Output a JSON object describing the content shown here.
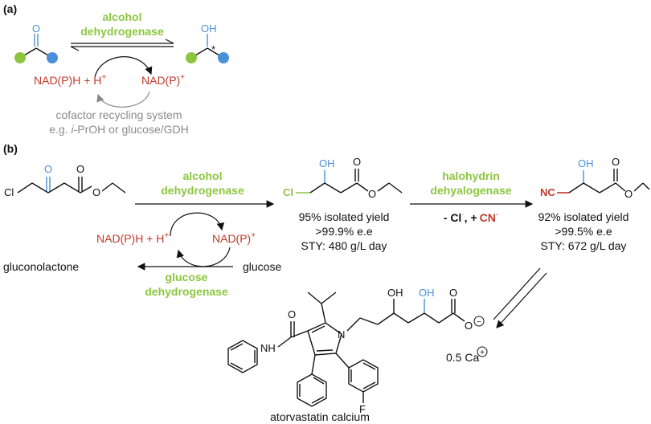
{
  "panel_a": {
    "label": "(a)",
    "enzyme_line1": "alcohol",
    "enzyme_line2": "dehydrogenase",
    "atom_o": "O",
    "atom_oh": "OH",
    "stereo_mark": "*",
    "cofactor_left": "NAD(P)H + H",
    "cofactor_left_sup": "+",
    "cofactor_right": "NAD(P)",
    "cofactor_right_sup": "+",
    "recycle_line1": "cofactor recycling system",
    "recycle_line2_pre": "e.g. ",
    "recycle_line2_italic": "i",
    "recycle_line2_post": "-PrOH or glucose/GDH"
  },
  "panel_b": {
    "label": "(b)",
    "sm_cl": "Cl",
    "sm_o_ketone": "O",
    "sm_o_ester": "O",
    "sm_o_ether": "O",
    "step1_enzyme_line1": "alcohol",
    "step1_enzyme_line2": "dehydrogenase",
    "int_cl": "Cl",
    "int_oh": "OH",
    "int_o1": "O",
    "int_o2": "O",
    "int_yield": "95% isolated yield",
    "int_ee": ">99.9% e.e",
    "int_sty": "STY: 480 g/L day",
    "step2_enzyme_line1": "halohydrin",
    "step2_enzyme_line2": "dehyalogenase",
    "step2_reagent_minus": "- Cl",
    "step2_reagent_minus_sup": "-",
    "step2_reagent_sep": ", +",
    "step2_reagent_plus": "CN",
    "step2_reagent_plus_sup": "-",
    "prod_nc": "NC",
    "prod_oh": "OH",
    "prod_o1": "O",
    "prod_o2": "O",
    "prod_yield": "92% isolated yield",
    "prod_ee": ">99.5% e.e",
    "prod_sty": "STY: 672 g/L day",
    "cofactor_left": "NAD(P)H + H",
    "cofactor_left_sup": "+",
    "cofactor_right": "NAD(P)",
    "cofactor_right_sup": "+",
    "gluconolactone": "gluconolactone",
    "glucose": "glucose",
    "gdh_line1": "glucose",
    "gdh_line2": "dehydrogenase",
    "atorva_oh1": "OH",
    "atorva_oh2": "OH",
    "atorva_o_acid": "O",
    "atorva_o_minus": "O",
    "atorva_o_amide": "O",
    "atorva_nh": "NH",
    "atorva_n": "N",
    "atorva_f": "F",
    "atorva_charge_minus": "−",
    "atorva_ca": "0.5 Ca",
    "atorva_ca_charge": "+",
    "atorva_name": "atorvastatin calcium"
  },
  "colors": {
    "green": "#8cc63f",
    "blue": "#4a90d9",
    "red": "#c0392b",
    "grey": "#8a8a8a"
  }
}
